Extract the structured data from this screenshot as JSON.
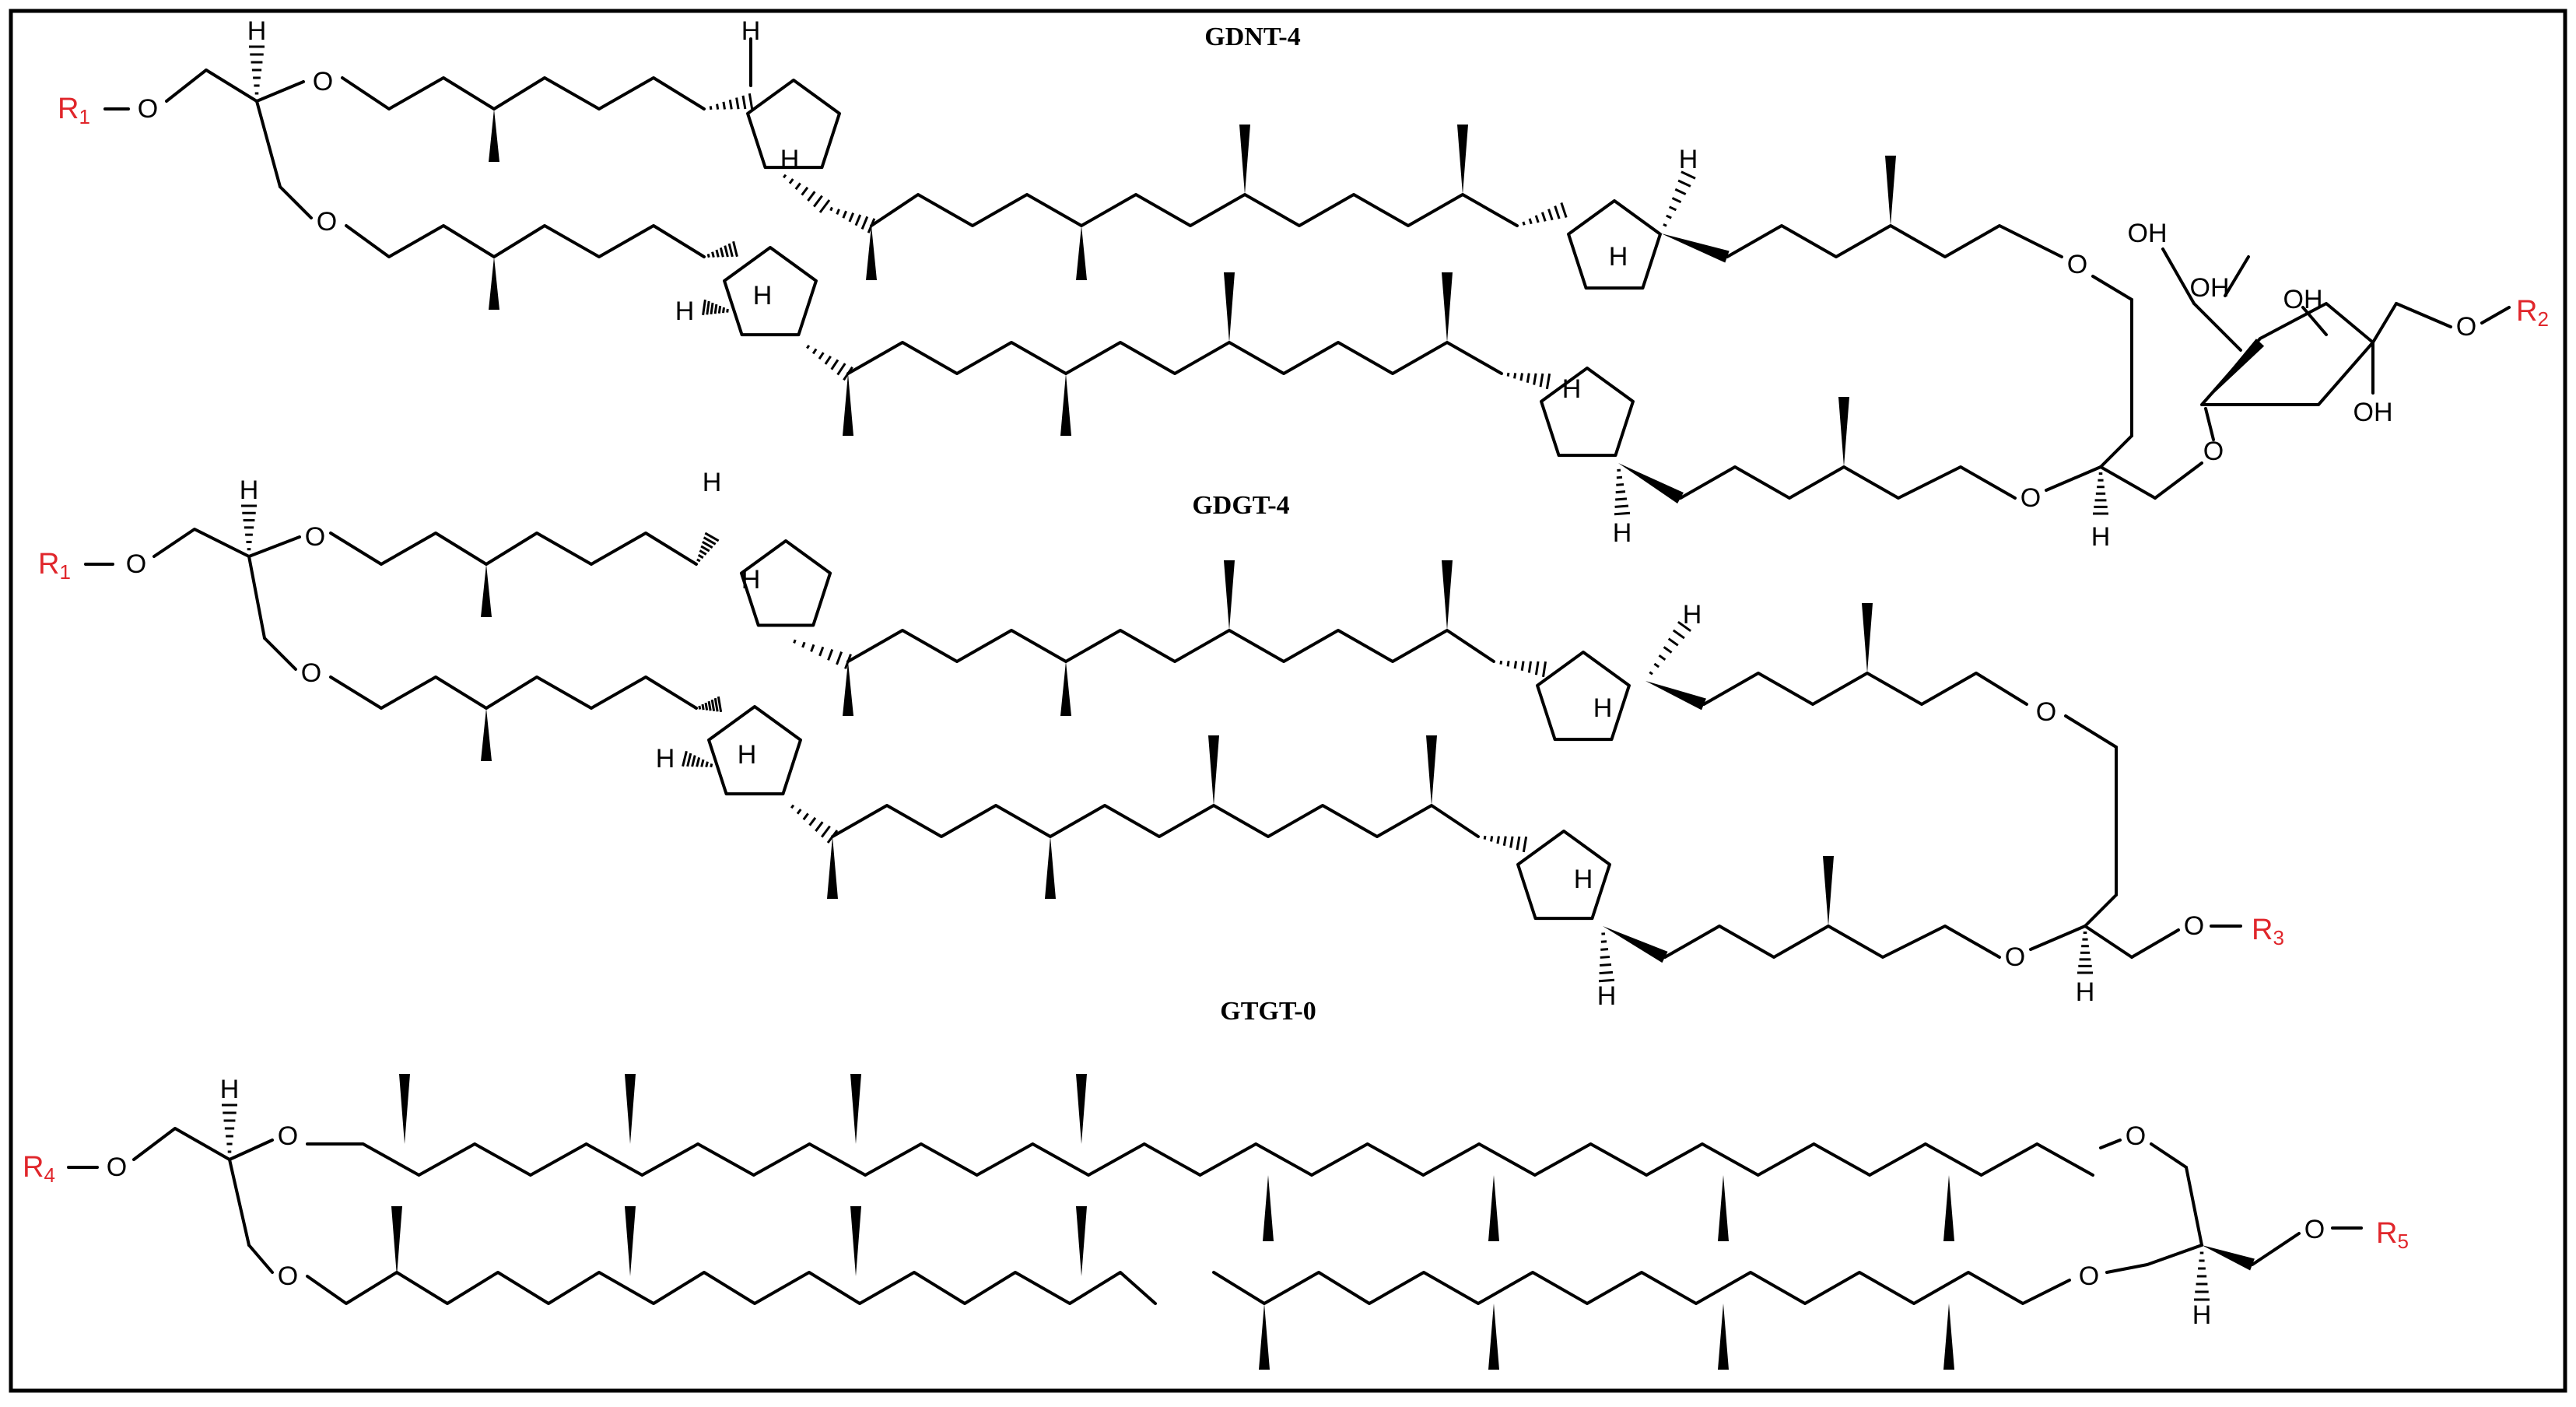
{
  "figure": {
    "border_color": "#000000",
    "text_color": "#000000",
    "substituent_color": "#e0262b",
    "structures": [
      {
        "id": "gdnt4",
        "title": "GDNT-4",
        "r_left": "R1",
        "r_right": "R2",
        "atoms": {
          "oxygen": "O",
          "hydrogen": "H",
          "hydroxyl": "OH"
        }
      },
      {
        "id": "gdgt4",
        "title": "GDGT-4",
        "r_left": "R1",
        "r_right": "R3",
        "atoms": {
          "oxygen": "O",
          "hydrogen": "H"
        }
      },
      {
        "id": "gtgt0",
        "title": "GTGT-0",
        "r_left": "R4",
        "r_right": "R5",
        "atoms": {
          "oxygen": "O",
          "hydrogen": "H"
        }
      }
    ]
  }
}
